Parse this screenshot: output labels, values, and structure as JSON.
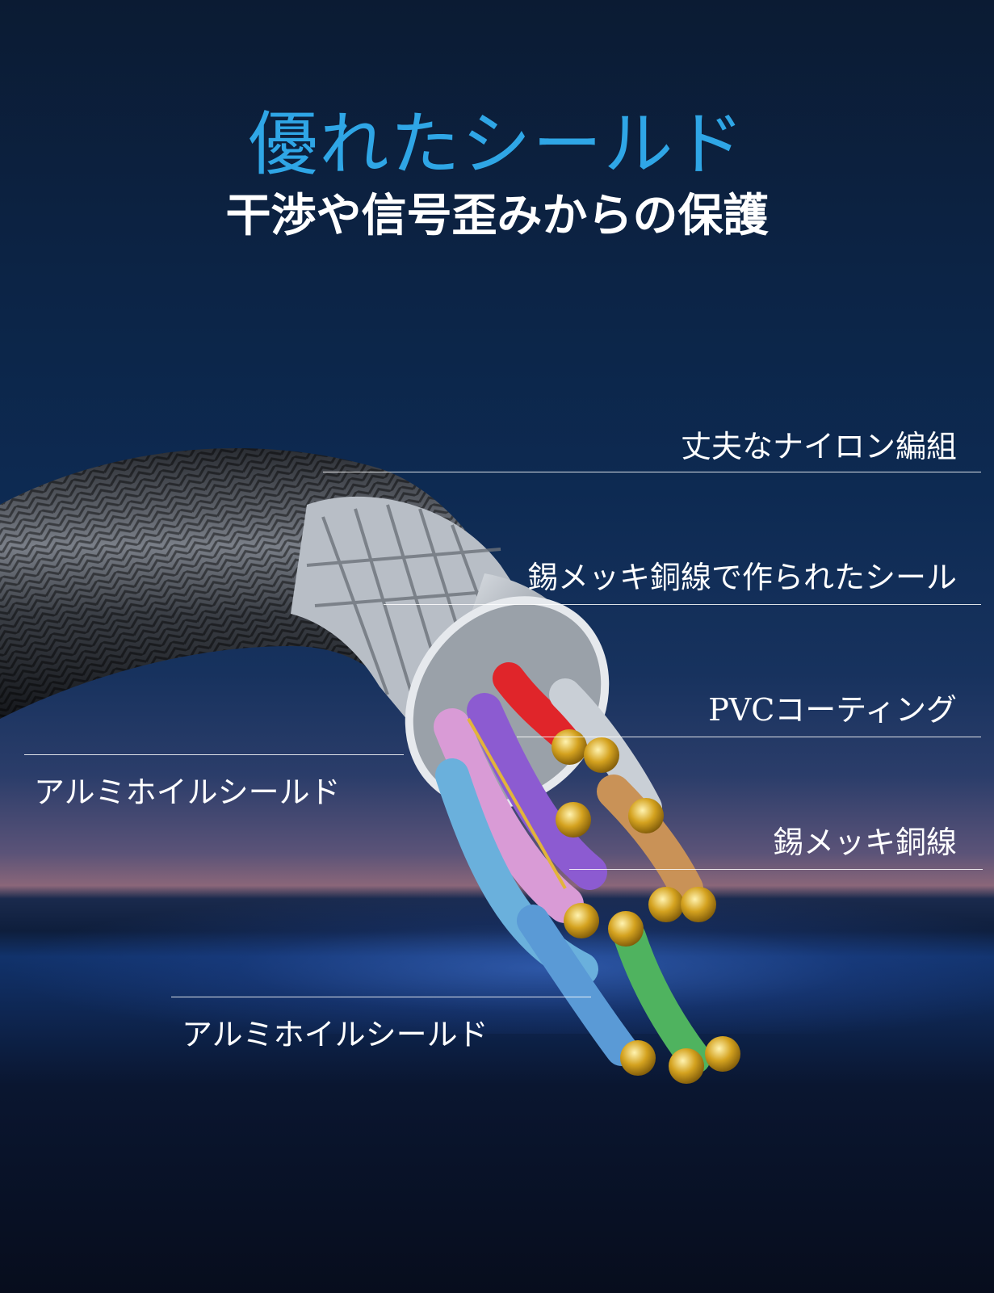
{
  "header": {
    "title": "優れたシールド",
    "subtitle": "干渉や信号歪みからの保護"
  },
  "callouts": {
    "nylon_braid": "丈夫なナイロン編組",
    "tinned_shield": "錫メッキ銅線で作られたシール",
    "pvc_coating": "PVCコーティング",
    "foil_shield_outer": "アルミホイルシールド",
    "tinned_copper": "錫メッキ銅線",
    "foil_shield_inner": "アルミホイルシールド"
  },
  "colors": {
    "title": "#2fa6e6",
    "background_top": "#0b1b33",
    "background_bottom": "#070d1d",
    "text": "#ffffff"
  }
}
